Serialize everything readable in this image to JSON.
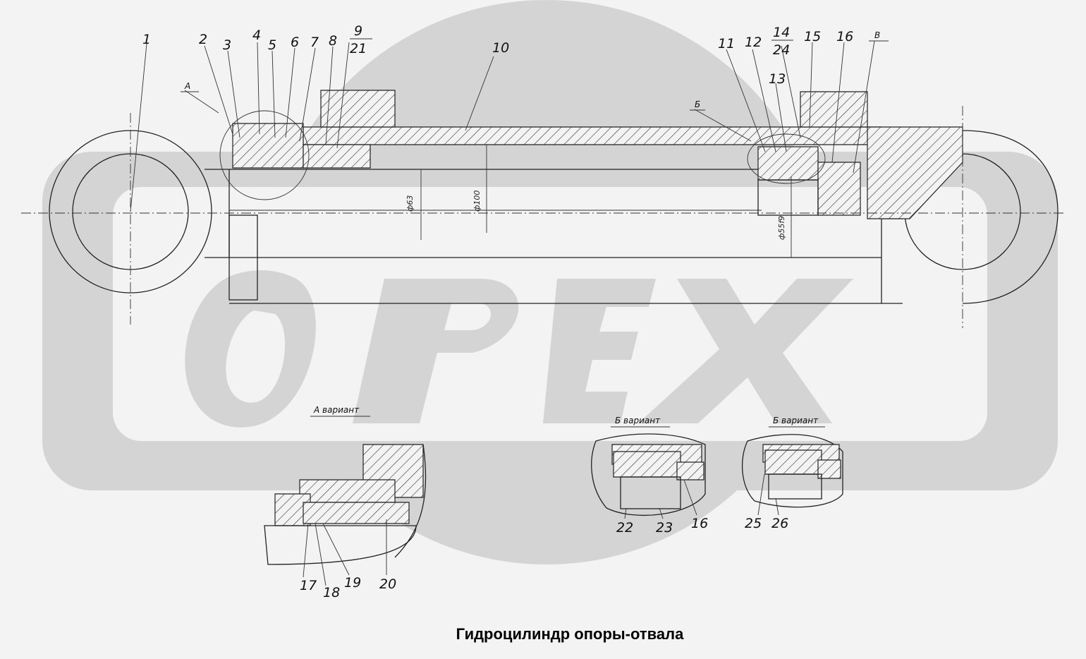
{
  "caption": "Гидроцилиндр опоры-отвала",
  "watermark": "OPEX",
  "labels": {
    "p1": "1",
    "p2": "2",
    "p3": "3",
    "p4": "4",
    "p5": "5",
    "p6": "6",
    "p7": "7",
    "p8": "8",
    "p9": "9",
    "p21": "21",
    "p10": "10",
    "p11": "11",
    "p12": "12",
    "p13": "13",
    "p14": "14",
    "p24": "24",
    "p15": "15",
    "p16": "16",
    "p17": "17",
    "p18": "18",
    "p19": "19",
    "p20": "20",
    "p22": "22",
    "p23": "23",
    "p16b": "16",
    "p25": "25",
    "p26": "26"
  },
  "views": {
    "a": "A",
    "b": "Б",
    "v": "В",
    "a_variant": "A вариант",
    "b_variant_1": "Б вариант",
    "b_variant_2": "Б вариант"
  },
  "dimensions": {
    "d63": "ф63",
    "d100": "ф100",
    "d55": "ф55f9"
  },
  "colors": {
    "watermark": "#d4d4d4",
    "lines": "#222222",
    "background": "#f3f3f3"
  }
}
